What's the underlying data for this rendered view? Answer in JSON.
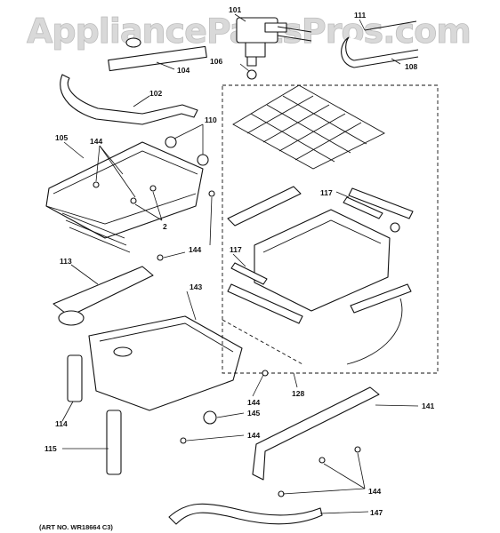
{
  "watermark": "AppliancePartsPros.com",
  "caption": "(ART NO. WR18664 C3)",
  "callouts": {
    "p101": "101",
    "p111": "111",
    "p106": "106",
    "p104": "104",
    "p108": "108",
    "p102": "102",
    "p110": "110",
    "p105": "105",
    "p144a": "144",
    "p2": "2",
    "p144b": "144",
    "p117a": "117",
    "p117b": "117",
    "p113": "113",
    "p143": "143",
    "p114": "114",
    "p144c": "144",
    "p145": "145",
    "p128": "128",
    "p141": "141",
    "p144d": "144",
    "p115": "115",
    "p144e": "144",
    "p147": "147"
  }
}
